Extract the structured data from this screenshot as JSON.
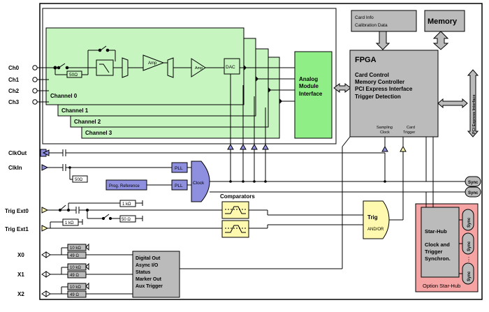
{
  "ports": {
    "ch0": "Ch0",
    "ch1": "Ch1",
    "ch2": "Ch2",
    "ch3": "Ch3",
    "clkout": "ClkOut",
    "clkin": "ClkIn",
    "trig0": "Trig Ext0",
    "trig1": "Trig Ext1",
    "x0": "X0",
    "x1": "X1",
    "x2": "X2"
  },
  "channels": {
    "ch0": "Channel 0",
    "ch1": "Channel 1",
    "ch2": "Channel 2",
    "ch3": "Channel 3",
    "r50": "50Ω",
    "amp1": "Amp",
    "amp2": "Amp",
    "dac": "DAC"
  },
  "ami": {
    "l1": "Analog",
    "l2": "Module",
    "l3": "Interface"
  },
  "cardinfo": {
    "l1": "Card Info",
    "l2": "Calibration Data"
  },
  "memory": "Memory",
  "fpga": {
    "title": "FPGA",
    "lines": [
      "Card Control",
      "Memory Controller",
      "PCI Express Interface",
      "Trigger Detection"
    ],
    "sampling1": "Sampling",
    "sampling2": "Clock",
    "cardtrig1": "Card",
    "cardtrig2": "Trigger"
  },
  "pcie": "PCI Express Interface",
  "clock": {
    "pll1": "PLL",
    "pll2": "PLL",
    "progref": "Prog. Reference",
    "clock": "Clock",
    "r50": "50Ω"
  },
  "trigger": {
    "comparators": "Comparators",
    "r1k_a": "1 kΩ",
    "r50": "50 Ω",
    "r1k_b": "1 kΩ",
    "trig": "Trig",
    "andor": "AND/OR"
  },
  "sync": "Sync",
  "xio": {
    "r10k": "10 kΩ",
    "r49": "49 Ω",
    "lines": [
      "Digital Out",
      "Async I/O",
      "Status",
      "Marker Out",
      "Aux Trigger"
    ]
  },
  "starhub": {
    "title": "Star-Hub",
    "l1": "Clock and",
    "l2": "Trigger",
    "l3": "Synchron.",
    "label": "Option Star-Hub",
    "sync": "Sync",
    "dots": "⋮"
  }
}
